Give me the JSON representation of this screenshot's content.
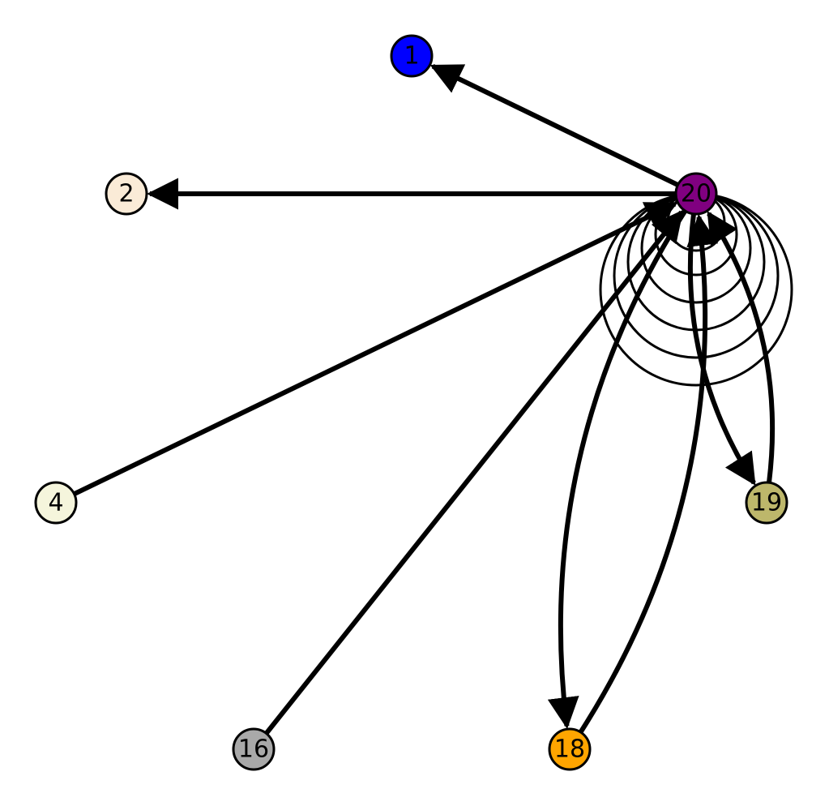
{
  "graph": {
    "directed": true,
    "nodes": [
      {
        "id": "1",
        "label": "1",
        "color": "#0000ff"
      },
      {
        "id": "2",
        "label": "2",
        "color": "#faebd7"
      },
      {
        "id": "4",
        "label": "4",
        "color": "#f5f5dc"
      },
      {
        "id": "16",
        "label": "16",
        "color": "#a9a9a9"
      },
      {
        "id": "18",
        "label": "18",
        "color": "#ffa500"
      },
      {
        "id": "19",
        "label": "19",
        "color": "#bdb76b"
      },
      {
        "id": "20",
        "label": "20",
        "color": "#800080"
      }
    ],
    "edges": [
      {
        "source": "20",
        "target": "1"
      },
      {
        "source": "20",
        "target": "2"
      },
      {
        "source": "4",
        "target": "20"
      },
      {
        "source": "16",
        "target": "20"
      },
      {
        "source": "18",
        "target": "20"
      },
      {
        "source": "20",
        "target": "18"
      },
      {
        "source": "19",
        "target": "20"
      },
      {
        "source": "20",
        "target": "19"
      },
      {
        "source": "20",
        "target": "20"
      },
      {
        "source": "20",
        "target": "20"
      },
      {
        "source": "20",
        "target": "20"
      },
      {
        "source": "20",
        "target": "20"
      },
      {
        "source": "20",
        "target": "20"
      },
      {
        "source": "20",
        "target": "20"
      }
    ]
  }
}
